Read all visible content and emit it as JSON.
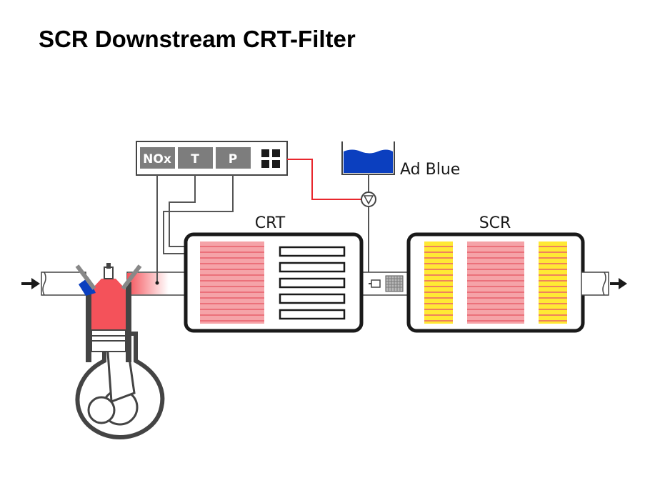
{
  "title": "SCR Downstream CRT-Filter",
  "sensor_box": {
    "nox_label": "NOx",
    "t_label": "T",
    "p_label": "P"
  },
  "adblue": {
    "label": "Ad Blue"
  },
  "crt": {
    "label": "CRT"
  },
  "scr": {
    "label": "SCR"
  },
  "colors": {
    "heated_red": "#f4525a",
    "catalyst_pink": "#f5a3a8",
    "catalyst_yellow": "#ffe934",
    "adblue_blue": "#0b3fbf",
    "signal_wire": "#e8272d",
    "outline": "#1a1a1a"
  }
}
